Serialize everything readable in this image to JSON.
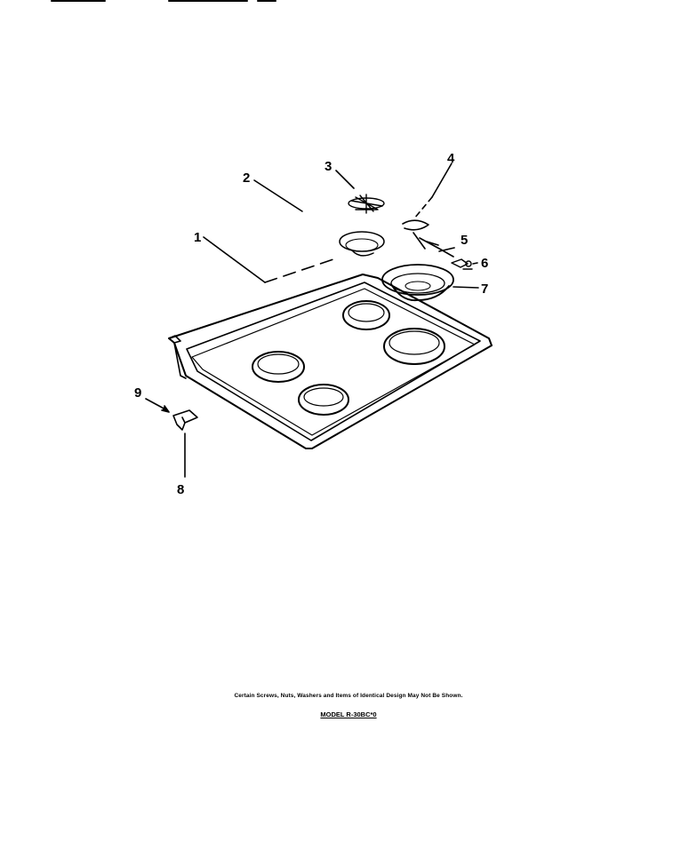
{
  "diagram": {
    "callouts": [
      "1",
      "2",
      "3",
      "4",
      "5",
      "6",
      "7",
      "8",
      "9"
    ]
  },
  "footer": {
    "note": "Certain Screws, Nuts, Washers and Items of Identical Design May Not Be Shown.",
    "model": "MODEL R-30BC*0"
  }
}
